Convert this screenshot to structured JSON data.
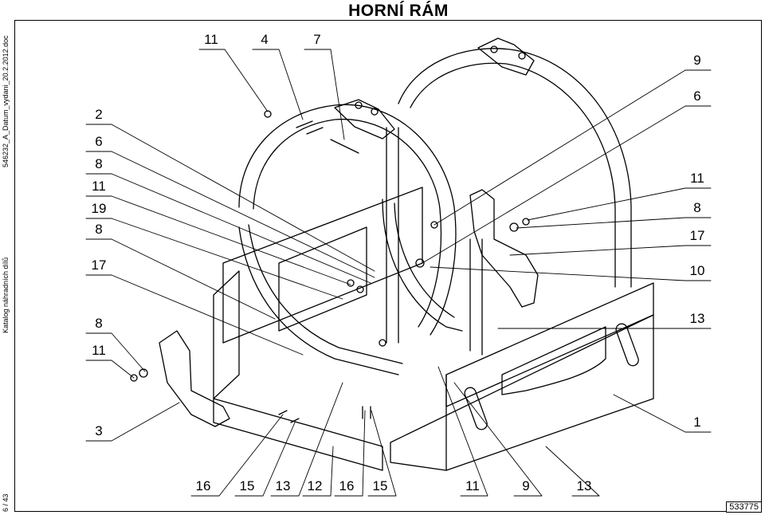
{
  "title": "HORNÍ RÁM",
  "doc_ref": "546232_A_Datum_vydani_20.2.2012.doc",
  "catalog": "Katalog náhradních dílů",
  "page": "6 / 43",
  "drawing_code": "533775",
  "callouts": {
    "top": [
      "11",
      "4",
      "7"
    ],
    "left": [
      "2",
      "6",
      "8",
      "11",
      "19",
      "8",
      "17",
      "8",
      "11",
      "3"
    ],
    "right": [
      "9",
      "6",
      "11",
      "8",
      "17",
      "10",
      "13",
      "1"
    ],
    "bottom": [
      "16",
      "15",
      "13",
      "12",
      "16",
      "15",
      "11",
      "9",
      "13"
    ]
  }
}
